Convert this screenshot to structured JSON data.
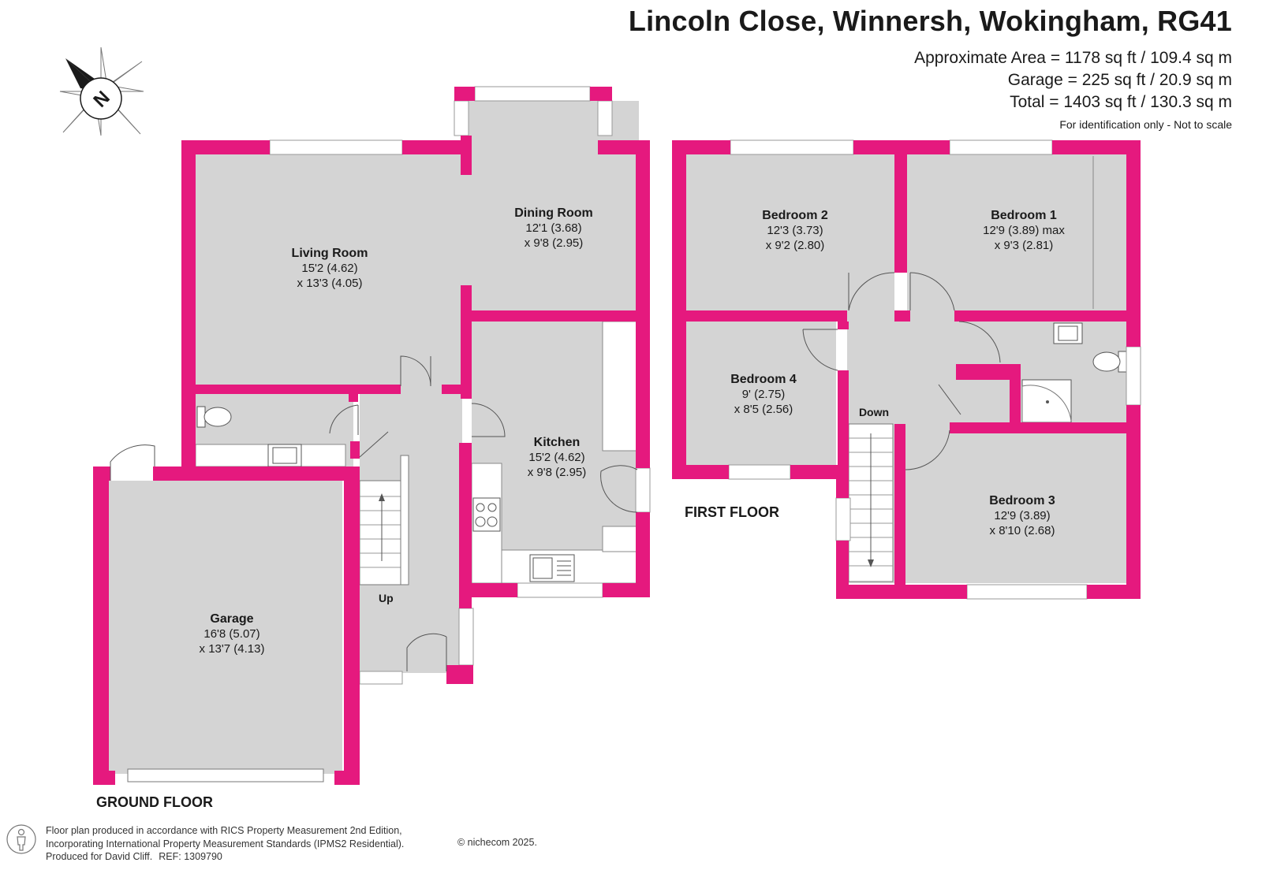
{
  "header": {
    "address": "Lincoln Close, Winnersh, Wokingham, RG41",
    "area_lines": [
      "Approximate Area = 1178 sq ft / 109.4 sq m",
      "Garage = 225 sq ft / 20.9 sq m",
      "Total = 1403 sq ft / 130.3 sq m"
    ],
    "disclaimer": "For identification only - Not to scale"
  },
  "compass": {
    "label": "N",
    "icon": "compass-north-icon"
  },
  "floors": {
    "ground": "GROUND FLOOR",
    "first": "FIRST FLOOR"
  },
  "rooms": {
    "living_room": {
      "name": "Living Room",
      "dim1": "15'2 (4.62)",
      "dim2": "x 13'3 (4.05)"
    },
    "dining_room": {
      "name": "Dining Room",
      "dim1": "12'1 (3.68)",
      "dim2": "x 9'8 (2.95)"
    },
    "kitchen": {
      "name": "Kitchen",
      "dim1": "15'2 (4.62)",
      "dim2": "x 9'8 (2.95)"
    },
    "garage": {
      "name": "Garage",
      "dim1": "16'8 (5.07)",
      "dim2": "x 13'7 (4.13)"
    },
    "bedroom_1": {
      "name": "Bedroom 1",
      "dim1": "12'9 (3.89) max",
      "dim2": "x 9'3 (2.81)"
    },
    "bedroom_2": {
      "name": "Bedroom 2",
      "dim1": "12'3 (3.73)",
      "dim2": "x 9'2 (2.80)"
    },
    "bedroom_3": {
      "name": "Bedroom 3",
      "dim1": "12'9 (3.89)",
      "dim2": "x 8'10 (2.68)"
    },
    "bedroom_4": {
      "name": "Bedroom 4",
      "dim1": "9' (2.75)",
      "dim2": "x 8'5 (2.56)"
    }
  },
  "stairs": {
    "up": "Up",
    "down": "Down"
  },
  "footer": {
    "lines": [
      "Floor plan produced in accordance with RICS Property Measurement 2nd Edition,",
      "Incorporating International Property Measurement Standards (IPMS2 Residential).",
      "Produced for David Cliff."
    ],
    "ref_label": "REF:",
    "ref": "1309790",
    "copyright": "© nichecom 2025."
  },
  "colors": {
    "wall": "#E5197E",
    "floor": "#D4D4D4",
    "window": "#FFFFFF"
  }
}
